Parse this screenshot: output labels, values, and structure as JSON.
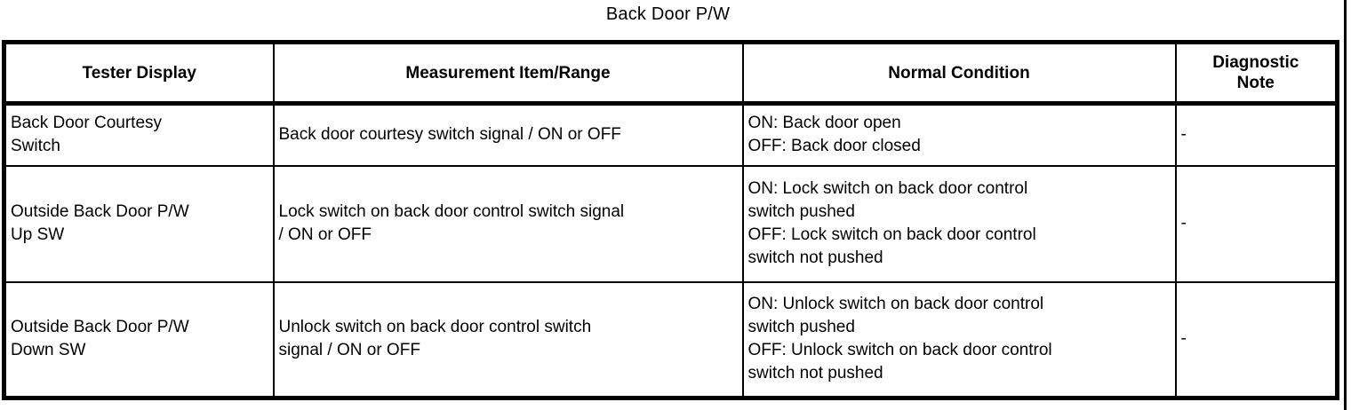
{
  "document": {
    "title": "Back Door P/W"
  },
  "table": {
    "headers": [
      "Tester Display",
      "Measurement Item/Range",
      "Normal Condition",
      "Diagnostic\nNote"
    ],
    "header_lines": {
      "diagnostic_note_line1": "Diagnostic",
      "diagnostic_note_line2": "Note"
    },
    "rows": [
      {
        "tester_display": {
          "line1": "Back Door Courtesy",
          "line2": "Switch"
        },
        "measurement_item_range": {
          "line1": "Back door courtesy switch signal / ON or OFF",
          "line2": ""
        },
        "normal_condition": {
          "line1": "ON: Back door open",
          "line2": "OFF: Back door closed",
          "line3": "",
          "line4": ""
        },
        "diagnostic_note": "-"
      },
      {
        "tester_display": {
          "line1": "Outside Back Door P/W",
          "line2": "Up SW"
        },
        "measurement_item_range": {
          "line1": "Lock switch on back door control switch signal",
          "line2": "/ ON or OFF"
        },
        "normal_condition": {
          "line1": "ON: Lock switch on back door control",
          "line2": "switch pushed",
          "line3": "OFF: Lock switch on back door control",
          "line4": "switch not pushed"
        },
        "diagnostic_note": "-"
      },
      {
        "tester_display": {
          "line1": "Outside Back Door P/W",
          "line2": "Down SW"
        },
        "measurement_item_range": {
          "line1": "Unlock switch on back door control switch",
          "line2": "signal / ON or OFF"
        },
        "normal_condition": {
          "line1": "ON: Unlock switch on back door control",
          "line2": "switch pushed",
          "line3": "OFF: Unlock switch on back door control",
          "line4": "switch not pushed"
        },
        "diagnostic_note": "-"
      }
    ]
  },
  "colors": {
    "border": "#000000",
    "text": "#000000",
    "background": "#ffffff"
  }
}
